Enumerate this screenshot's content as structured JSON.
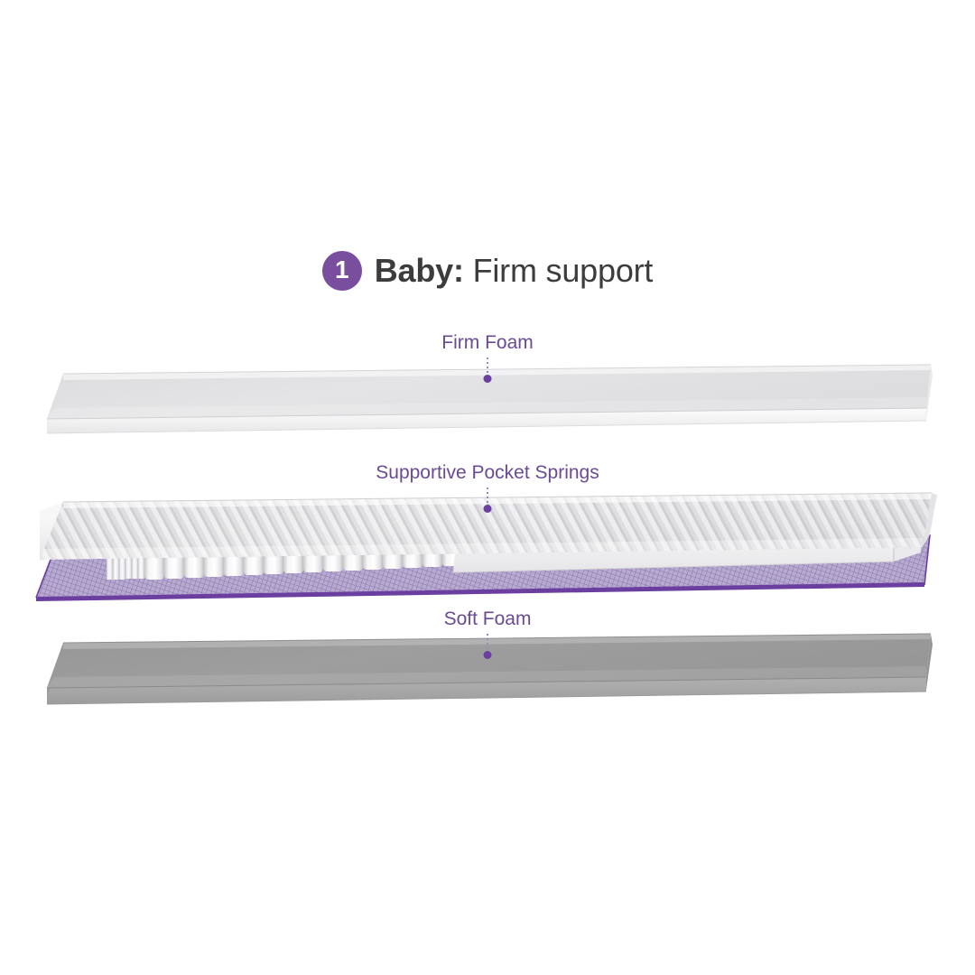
{
  "header": {
    "badge_number": "1",
    "title_strong": "Baby:",
    "title_light": "Firm support",
    "badge_color": "#7a4e9e",
    "title_color": "#3c3c3c"
  },
  "callouts": [
    {
      "id": "firm-foam",
      "label": "Firm Foam",
      "color": "#6a4a93"
    },
    {
      "id": "pocket-springs",
      "label": "Supportive Pocket Springs",
      "color": "#6a4a93"
    },
    {
      "id": "soft-foam",
      "label": "Soft Foam",
      "color": "#6a4a93"
    }
  ],
  "layers": [
    {
      "id": "firm-foam-slab",
      "name": "Firm Foam",
      "type": "foam-slab",
      "top_color": "#e2e2e4",
      "front_color": "#f2f2f3",
      "side_color": "#ededee"
    },
    {
      "id": "pocket-spring-unit",
      "name": "Supportive Pocket Springs",
      "type": "spring-unit",
      "top_color": "#e3e3e5",
      "stripe_color": "#b8b8bd",
      "spring_color": "#efefef",
      "rail_color": "#f4f4f5",
      "base_color": "#a394bf",
      "base_edge_color": "#6b3fa0"
    },
    {
      "id": "soft-foam-slab",
      "name": "Soft Foam",
      "type": "foam-slab",
      "top_color": "#9b9b9b",
      "front_color": "#a8a8a8",
      "side_color": "#a2a2a2"
    }
  ],
  "canvas": {
    "background": "#ffffff",
    "width": "1080",
    "height": "1080"
  }
}
